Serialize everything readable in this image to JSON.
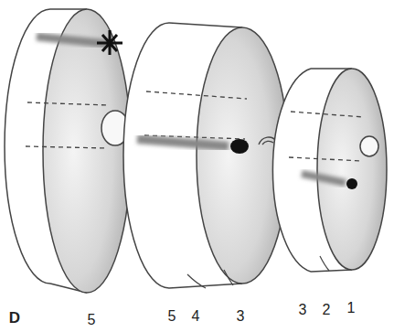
{
  "diagram": {
    "labels": [
      "D",
      "5",
      "5",
      "4",
      "3",
      "3",
      "2",
      "1"
    ]
  }
}
